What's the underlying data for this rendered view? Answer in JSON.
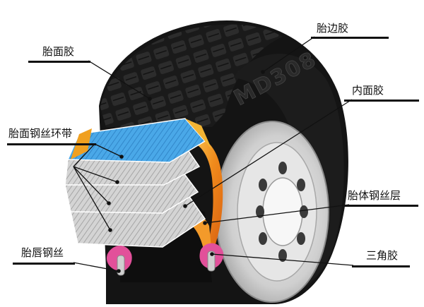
{
  "labels": {
    "tread_rubber": "胎面胶",
    "sidewall_rubber": "胎边胶",
    "inner_liner": "内面胶",
    "belt": "胎面钢丝环带",
    "carcass_ply": "胎体钢丝层",
    "bead_wire": "胎唇钢丝",
    "apex": "三角胶"
  },
  "sidewall_marking": "MD308",
  "colors": {
    "rubber": "#141414",
    "belt_blue": "#3f9fe0",
    "steel_gray": "#c9c9c9",
    "inner_orange": "#f0a020",
    "bead_pink": "#e2509a",
    "rim_silver": "#d8d8d8",
    "leader": "#111111"
  }
}
